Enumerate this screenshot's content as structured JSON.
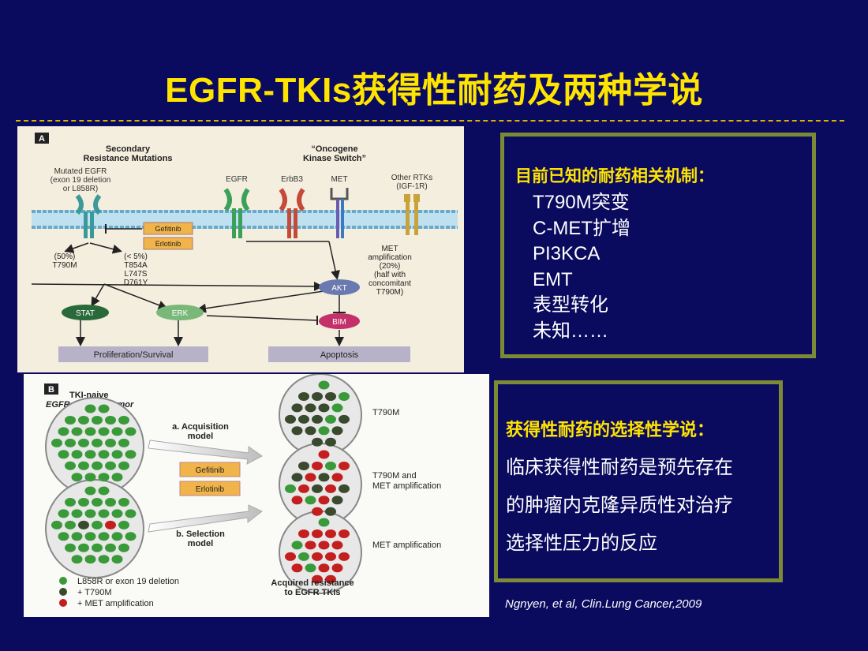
{
  "title": "EGFR-TKIs获得性耐药及两种学说",
  "mechanisms": {
    "heading": "目前已知的耐药相关机制：",
    "items": [
      "T790M突变",
      "C-MET扩增",
      "PI3KCA",
      "EMT",
      "表型转化",
      "未知……"
    ]
  },
  "selection": {
    "heading": "获得性耐药的选择性学说：",
    "lines": [
      "临床获得性耐药是预先存在",
      "的肿瘤内克隆异质性对治疗",
      "选择性压力的反应"
    ]
  },
  "citation": "Ngnyen, et al, Clin.Lung Cancer,2009",
  "panelA": {
    "tag": "A",
    "secondary": [
      "Secondary",
      "Resistance Mutations"
    ],
    "oncogene": [
      "“Oncogene",
      "Kinase Switch”"
    ],
    "mutated": [
      "Mutated EGFR",
      "(exon 19 deletion",
      "or L858R)"
    ],
    "egfr": "EGFR",
    "erbb3": "ErbB3",
    "met": "MET",
    "other": [
      "Other RTKs",
      "(IGF-1R)"
    ],
    "gefitinib": "Gefitinib",
    "erlotinib": "Erlotinib",
    "left_mut": [
      "(50%)",
      "T790M"
    ],
    "right_mut": [
      "(< 5%)",
      "T854A",
      "L747S",
      "D761Y"
    ],
    "met_amp": [
      "MET",
      "amplification",
      "(20%)",
      "(half with",
      "concomitant",
      "T790M)"
    ],
    "akt": "AKT",
    "stat": "STAT",
    "erk": "ERK",
    "bim": "BIM",
    "prolif": "Proliferation/Survival",
    "apop": "Apoptosis"
  },
  "panelB": {
    "tag": "B",
    "naive": [
      "TKI-naive",
      "EGFR-mutated tumor"
    ],
    "acq": [
      "a. Acquisition",
      "model"
    ],
    "sel": [
      "b. Selection",
      "model"
    ],
    "gefitinib": "Gefitinib",
    "erlotinib": "Erlotinib",
    "t790m": "T790M",
    "t790m_met": [
      "T790M and",
      "MET amplification"
    ],
    "met_amp": "MET amplification",
    "legend": [
      "L858R or exon 19 deletion",
      "+ T790M",
      "+ MET amplification"
    ],
    "acquired": [
      "Acquired resistance",
      "to EGFR TKIs"
    ]
  },
  "colors": {
    "background": "#0a0a5e",
    "title": "#ffe400",
    "box_border": "#7c8a36",
    "green_cell": "#3a9a3a",
    "dark_cell": "#3a4a2e",
    "red_cell": "#c41f1f"
  }
}
